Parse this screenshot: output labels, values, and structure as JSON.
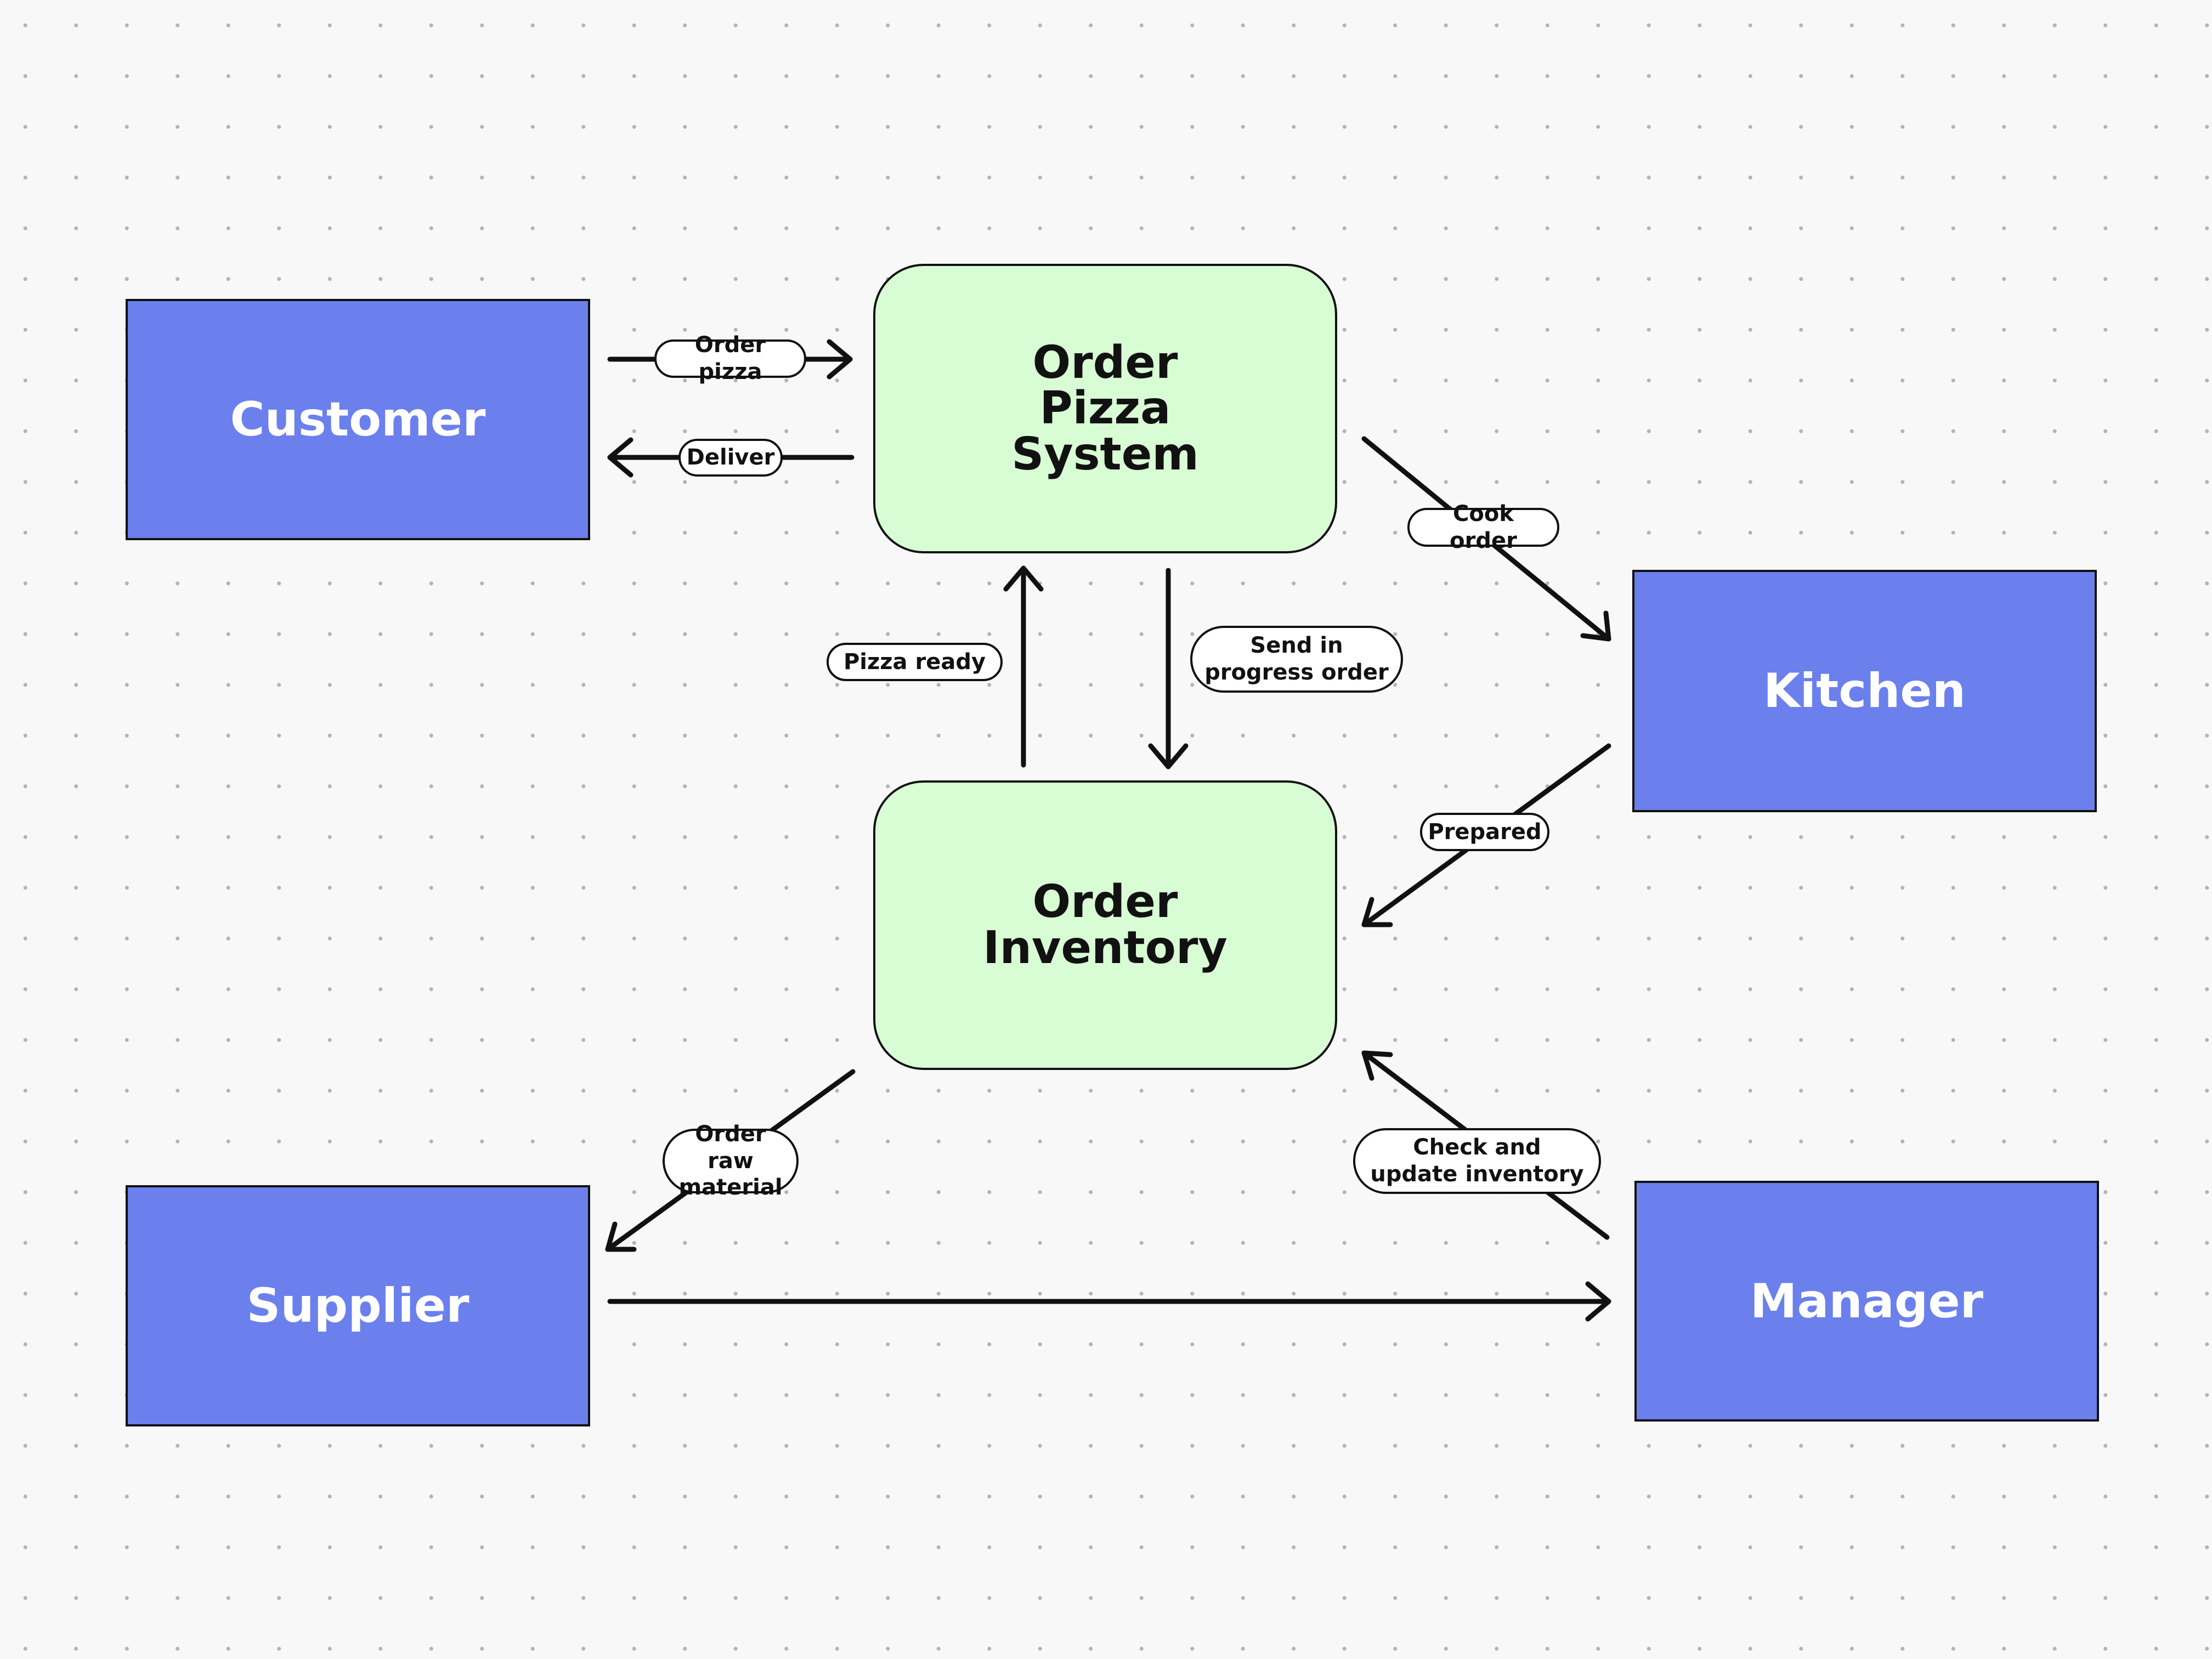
{
  "nodes": {
    "customer": "Customer",
    "kitchen": "Kitchen",
    "supplier": "Supplier",
    "manager": "Manager",
    "order_pizza_system": "Order\nPizza\nSystem",
    "order_inventory": "Order\nInventory"
  },
  "flows": {
    "order_pizza": "Order pizza",
    "deliver": "Deliver",
    "cook_order": "Cook order",
    "pizza_ready": "Pizza ready",
    "send_in_progress_order": "Send in\nprogress order",
    "prepared": "Prepared",
    "order_raw_material": "Order raw\nmaterial",
    "check_and_update_inventory": "Check and\nupdate inventory"
  },
  "colors": {
    "entity_fill": "#6b80ec",
    "process_fill": "#d8fcd4",
    "stroke": "#111111",
    "background": "#f8f8f8"
  }
}
